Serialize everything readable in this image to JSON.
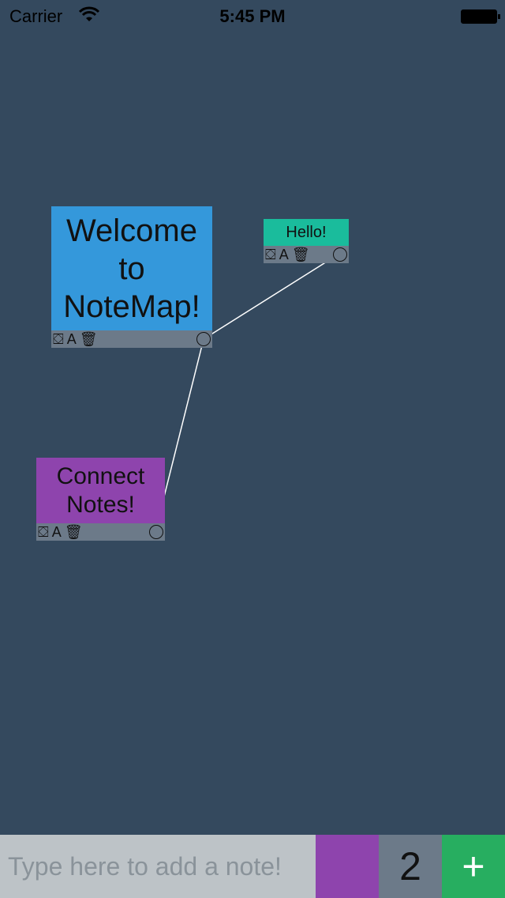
{
  "status_bar": {
    "carrier": "Carrier",
    "time": "5:45 PM"
  },
  "notes": [
    {
      "text": "Welcome to NoteMap!",
      "color": "#3498db"
    },
    {
      "text": "Hello!",
      "color": "#1abc9c"
    },
    {
      "text": "Connect Notes!",
      "color": "#8e44ad"
    }
  ],
  "connections": [
    [
      "Welcome to NoteMap!",
      "Hello!"
    ],
    [
      "Welcome to NoteMap!",
      "Connect Notes!"
    ]
  ],
  "note_toolbar": {
    "icons": [
      "paint-bucket-icon",
      "font-icon",
      "trash-icon",
      "connect-circle-icon"
    ],
    "font_glyph": "A"
  },
  "bottom_bar": {
    "placeholder": "Type here to add a note!",
    "selected_color": "#8e44ad",
    "font_size_value": "2",
    "add_label": "+"
  },
  "colors": {
    "background": "#34495e",
    "toolbar": "#6c7a89",
    "add": "#27ae60",
    "input": "#bdc3c7"
  }
}
